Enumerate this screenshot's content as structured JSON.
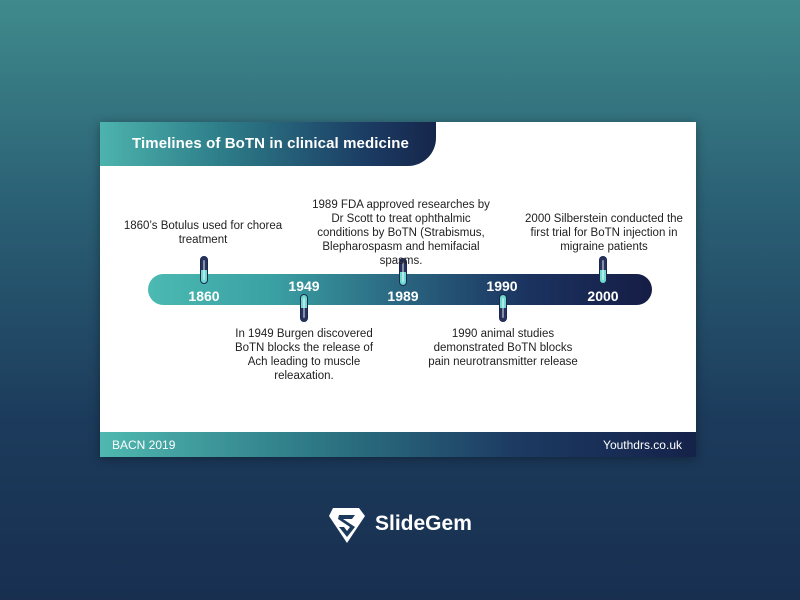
{
  "slide": {
    "title": "Timelines of BoTN in clinical medicine",
    "footer_left": "BACN 2019",
    "footer_right": "Youthdrs.co.uk"
  },
  "timeline": {
    "years": [
      "1860",
      "1949",
      "1989",
      "1990",
      "2000"
    ],
    "events": [
      "1860’s Botulus used for chorea treatment",
      "In 1949 Burgen discovered BoTN blocks the release of Ach leading to muscle releaxation.",
      "1989 FDA approved researches by Dr Scott to treat ophthalmic conditions by BoTN (Strabismus, Blepharospasm and hemifacial spasms.",
      "1990 animal studies demonstrated BoTN blocks pain neurotransmitter release",
      "2000 Silberstein conducted the first trial for BoTN injection in migraine patients"
    ]
  },
  "brand": {
    "name": "SlideGem",
    "icon": "slidegem-logo-icon"
  },
  "colors": {
    "teal": "#4db3ad",
    "navy": "#16264a",
    "capsule_light": "#6fd8cf",
    "capsule_dark": "#26335f"
  }
}
